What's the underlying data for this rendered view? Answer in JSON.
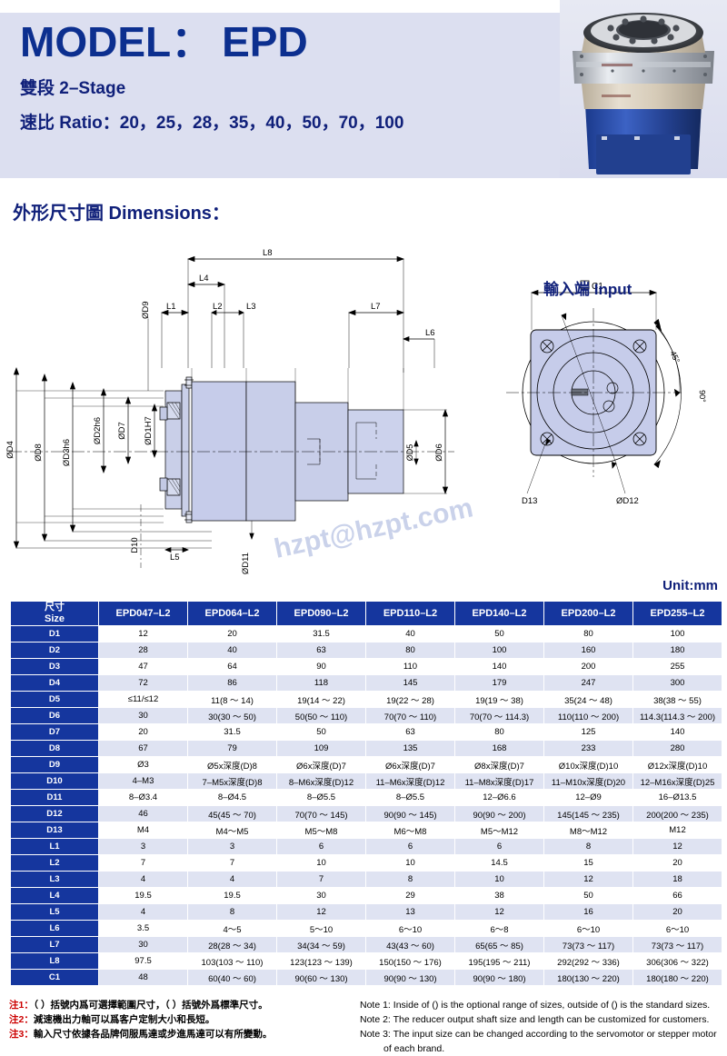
{
  "header": {
    "model_label": "MODEL：",
    "model_code": "EPD",
    "stage": "雙段  2–Stage",
    "ratio": "速比 Ratio：20，25，28，35，40，50，70，100",
    "accent_color": "#10207a",
    "band_color": "#dcdff0"
  },
  "photo": {
    "name": "planetary-gearbox-photo"
  },
  "dimensions_section": {
    "title": "外形尺寸圖 Dimensions：",
    "input_title": "輸入端 Input",
    "watermark": "hzpt@hzpt.com",
    "labels_main": [
      "L8",
      "L4",
      "L1",
      "L2",
      "L3",
      "L7",
      "L6",
      "L5",
      "ØD9",
      "ØD4",
      "ØD8",
      "ØD3h6",
      "ØD2h6",
      "ØD7",
      "ØD1H7",
      "D10",
      "ØD11",
      "ØD5",
      "ØD6"
    ],
    "labels_input": [
      "C1",
      "D13",
      "ØD12",
      "45°",
      "90°"
    ]
  },
  "table": {
    "unit_label": "Unit:mm",
    "size_header_cn": "尺寸",
    "size_header_en": "Size",
    "models": [
      "EPD047–L2",
      "EPD064–L2",
      "EPD090–L2",
      "EPD110–L2",
      "EPD140–L2",
      "EPD200–L2",
      "EPD255–L2"
    ],
    "rows": [
      {
        "label": "D1",
        "values": [
          "12",
          "20",
          "31.5",
          "40",
          "50",
          "80",
          "100"
        ]
      },
      {
        "label": "D2",
        "values": [
          "28",
          "40",
          "63",
          "80",
          "100",
          "160",
          "180"
        ]
      },
      {
        "label": "D3",
        "values": [
          "47",
          "64",
          "90",
          "110",
          "140",
          "200",
          "255"
        ]
      },
      {
        "label": "D4",
        "values": [
          "72",
          "86",
          "118",
          "145",
          "179",
          "247",
          "300"
        ]
      },
      {
        "label": "D5",
        "values": [
          "≤11/≤12",
          "11(8 ～ 14)",
          "19(14 ～ 22)",
          "19(22 ～ 28)",
          "19(19 ～ 38)",
          "35(24 ～ 48)",
          "38(38 ～ 55)"
        ]
      },
      {
        "label": "D6",
        "values": [
          "30",
          "30(30 ～ 50)",
          "50(50 ～ 110)",
          "70(70 ～ 110)",
          "70(70 ～ 114.3)",
          "110(110 ～ 200)",
          "114.3(114.3 ～ 200)"
        ]
      },
      {
        "label": "D7",
        "values": [
          "20",
          "31.5",
          "50",
          "63",
          "80",
          "125",
          "140"
        ]
      },
      {
        "label": "D8",
        "values": [
          "67",
          "79",
          "109",
          "135",
          "168",
          "233",
          "280"
        ]
      },
      {
        "label": "D9",
        "values": [
          "Ø3",
          "Ø5x深度(D)8",
          "Ø6x深度(D)7",
          "Ø6x深度(D)7",
          "Ø8x深度(D)7",
          "Ø10x深度(D)10",
          "Ø12x深度(D)10"
        ]
      },
      {
        "label": "D10",
        "values": [
          "4–M3",
          "7–M5x深度(D)8",
          "8–M6x深度(D)12",
          "11–M6x深度(D)12",
          "11–M8x深度(D)17",
          "11–M10x深度(D)20",
          "12–M16x深度(D)25"
        ]
      },
      {
        "label": "D11",
        "values": [
          "8–Ø3.4",
          "8–Ø4.5",
          "8–Ø5.5",
          "8–Ø5.5",
          "12–Ø6.6",
          "12–Ø9",
          "16–Ø13.5"
        ]
      },
      {
        "label": "D12",
        "values": [
          "46",
          "45(45 ～ 70)",
          "70(70 ～ 145)",
          "90(90 ～ 145)",
          "90(90 ～ 200)",
          "145(145 ～ 235)",
          "200(200 ～ 235)"
        ]
      },
      {
        "label": "D13",
        "values": [
          "M4",
          "M4～M5",
          "M5～M8",
          "M6～M8",
          "M5～M12",
          "M8～M12",
          "M12"
        ]
      },
      {
        "label": "L1",
        "values": [
          "3",
          "3",
          "6",
          "6",
          "6",
          "8",
          "12"
        ]
      },
      {
        "label": "L2",
        "values": [
          "7",
          "7",
          "10",
          "10",
          "14.5",
          "15",
          "20"
        ]
      },
      {
        "label": "L3",
        "values": [
          "4",
          "4",
          "7",
          "8",
          "10",
          "12",
          "18"
        ]
      },
      {
        "label": "L4",
        "values": [
          "19.5",
          "19.5",
          "30",
          "29",
          "38",
          "50",
          "66"
        ]
      },
      {
        "label": "L5",
        "values": [
          "4",
          "8",
          "12",
          "13",
          "12",
          "16",
          "20"
        ]
      },
      {
        "label": "L6",
        "values": [
          "3.5",
          "4～5",
          "5～10",
          "6～10",
          "6～8",
          "6～10",
          "6～10"
        ]
      },
      {
        "label": "L7",
        "values": [
          "30",
          "28(28 ～ 34)",
          "34(34 ～ 59)",
          "43(43 ～ 60)",
          "65(65 ～ 85)",
          "73(73 ～ 117)",
          "73(73 ～ 117)"
        ]
      },
      {
        "label": "L8",
        "values": [
          "97.5",
          "103(103 ～ 110)",
          "123(123 ～ 139)",
          "150(150 ～ 176)",
          "195(195 ～ 211)",
          "292(292 ～ 336)",
          "306(306 ～ 322)"
        ]
      },
      {
        "label": "C1",
        "values": [
          "48",
          "60(40 ～ 60)",
          "90(60 ～ 130)",
          "90(90 ～ 130)",
          "90(90 ～ 180)",
          "180(130 ～ 220)",
          "180(180 ～ 220)"
        ]
      }
    ]
  },
  "notes": {
    "cn": [
      {
        "tag": "注1：",
        "text": "（ ）括號内爲可選擇範圍尺寸，（ ）括號外爲標準尺寸。"
      },
      {
        "tag": "注2：",
        "text": "減速機出力軸可以爲客户定制大小和長短。"
      },
      {
        "tag": "注3：",
        "text": "輸入尺寸依據各品牌伺服馬達或步進馬達可以有所變動。"
      }
    ],
    "en": [
      "Note 1: Inside of () is the optional range of sizes, outside of () is the standard sizes.",
      "Note 2: The reducer output shaft size and length can be customized for customers.",
      "Note 3: The input size can be changed according to the servomotor or stepper motor",
      "of each brand."
    ]
  }
}
